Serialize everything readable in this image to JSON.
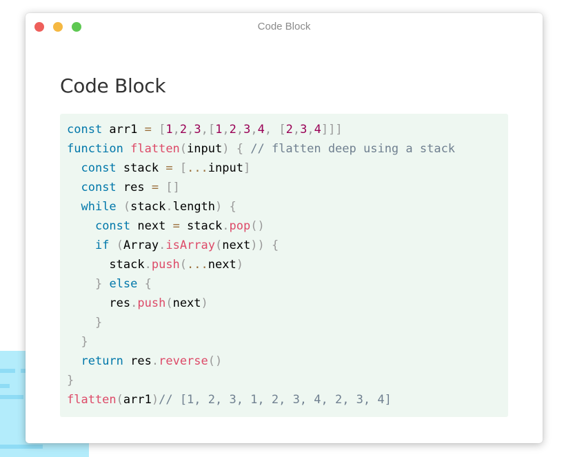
{
  "window": {
    "title": "Code Block"
  },
  "page": {
    "heading": "Code Block"
  },
  "colors": {
    "keyword": "#0077aa",
    "function": "#dd4a68",
    "number": "#990055",
    "operator": "#9a6e3a",
    "punctuation": "#999999",
    "comment": "#708090",
    "code_background": "#eef7f1"
  },
  "code": {
    "lines": [
      [
        [
          "kw",
          "const"
        ],
        [
          "tx",
          " arr1 "
        ],
        [
          "op",
          "="
        ],
        [
          "tx",
          " "
        ],
        [
          "pn",
          "["
        ],
        [
          "num",
          "1"
        ],
        [
          "pn",
          ","
        ],
        [
          "num",
          "2"
        ],
        [
          "pn",
          ","
        ],
        [
          "num",
          "3"
        ],
        [
          "pn",
          ","
        ],
        [
          "pn",
          "["
        ],
        [
          "num",
          "1"
        ],
        [
          "pn",
          ","
        ],
        [
          "num",
          "2"
        ],
        [
          "pn",
          ","
        ],
        [
          "num",
          "3"
        ],
        [
          "pn",
          ","
        ],
        [
          "num",
          "4"
        ],
        [
          "pn",
          ","
        ],
        [
          "tx",
          " "
        ],
        [
          "pn",
          "["
        ],
        [
          "num",
          "2"
        ],
        [
          "pn",
          ","
        ],
        [
          "num",
          "3"
        ],
        [
          "pn",
          ","
        ],
        [
          "num",
          "4"
        ],
        [
          "pn",
          "]]]"
        ]
      ],
      [
        [
          "kw",
          "function"
        ],
        [
          "tx",
          " "
        ],
        [
          "fn",
          "flatten"
        ],
        [
          "pn",
          "("
        ],
        [
          "tx",
          "input"
        ],
        [
          "pn",
          ")"
        ],
        [
          "tx",
          " "
        ],
        [
          "pn",
          "{"
        ],
        [
          "tx",
          " "
        ],
        [
          "cm",
          "// flatten deep using a stack"
        ]
      ],
      [
        [
          "tx",
          "  "
        ],
        [
          "kw",
          "const"
        ],
        [
          "tx",
          " stack "
        ],
        [
          "op",
          "="
        ],
        [
          "tx",
          " "
        ],
        [
          "pn",
          "["
        ],
        [
          "op",
          "..."
        ],
        [
          "tx",
          "input"
        ],
        [
          "pn",
          "]"
        ]
      ],
      [
        [
          "tx",
          "  "
        ],
        [
          "kw",
          "const"
        ],
        [
          "tx",
          " res "
        ],
        [
          "op",
          "="
        ],
        [
          "tx",
          " "
        ],
        [
          "pn",
          "[]"
        ]
      ],
      [
        [
          "tx",
          "  "
        ],
        [
          "kw",
          "while"
        ],
        [
          "tx",
          " "
        ],
        [
          "pn",
          "("
        ],
        [
          "tx",
          "stack"
        ],
        [
          "pn",
          "."
        ],
        [
          "tx",
          "length"
        ],
        [
          "pn",
          ")"
        ],
        [
          "tx",
          " "
        ],
        [
          "pn",
          "{"
        ]
      ],
      [
        [
          "tx",
          "    "
        ],
        [
          "kw",
          "const"
        ],
        [
          "tx",
          " next "
        ],
        [
          "op",
          "="
        ],
        [
          "tx",
          " stack"
        ],
        [
          "pn",
          "."
        ],
        [
          "fn",
          "pop"
        ],
        [
          "pn",
          "()"
        ]
      ],
      [
        [
          "tx",
          "    "
        ],
        [
          "kw",
          "if"
        ],
        [
          "tx",
          " "
        ],
        [
          "pn",
          "("
        ],
        [
          "tx",
          "Array"
        ],
        [
          "pn",
          "."
        ],
        [
          "fn",
          "isArray"
        ],
        [
          "pn",
          "("
        ],
        [
          "tx",
          "next"
        ],
        [
          "pn",
          "))"
        ],
        [
          "tx",
          " "
        ],
        [
          "pn",
          "{"
        ]
      ],
      [
        [
          "tx",
          "      stack"
        ],
        [
          "pn",
          "."
        ],
        [
          "fn",
          "push"
        ],
        [
          "pn",
          "("
        ],
        [
          "op",
          "..."
        ],
        [
          "tx",
          "next"
        ],
        [
          "pn",
          ")"
        ]
      ],
      [
        [
          "tx",
          "    "
        ],
        [
          "pn",
          "}"
        ],
        [
          "tx",
          " "
        ],
        [
          "kw",
          "else"
        ],
        [
          "tx",
          " "
        ],
        [
          "pn",
          "{"
        ]
      ],
      [
        [
          "tx",
          "      res"
        ],
        [
          "pn",
          "."
        ],
        [
          "fn",
          "push"
        ],
        [
          "pn",
          "("
        ],
        [
          "tx",
          "next"
        ],
        [
          "pn",
          ")"
        ]
      ],
      [
        [
          "tx",
          "    "
        ],
        [
          "pn",
          "}"
        ]
      ],
      [
        [
          "tx",
          "  "
        ],
        [
          "pn",
          "}"
        ]
      ],
      [
        [
          "tx",
          "  "
        ],
        [
          "kw",
          "return"
        ],
        [
          "tx",
          " res"
        ],
        [
          "pn",
          "."
        ],
        [
          "fn",
          "reverse"
        ],
        [
          "pn",
          "()"
        ]
      ],
      [
        [
          "pn",
          "}"
        ]
      ],
      [
        [
          "fn",
          "flatten"
        ],
        [
          "pn",
          "("
        ],
        [
          "tx",
          "arr1"
        ],
        [
          "pn",
          ")"
        ],
        [
          "cm",
          "// [1, 2, 3, 1, 2, 3, 4, 2, 3, 4]"
        ]
      ]
    ]
  }
}
